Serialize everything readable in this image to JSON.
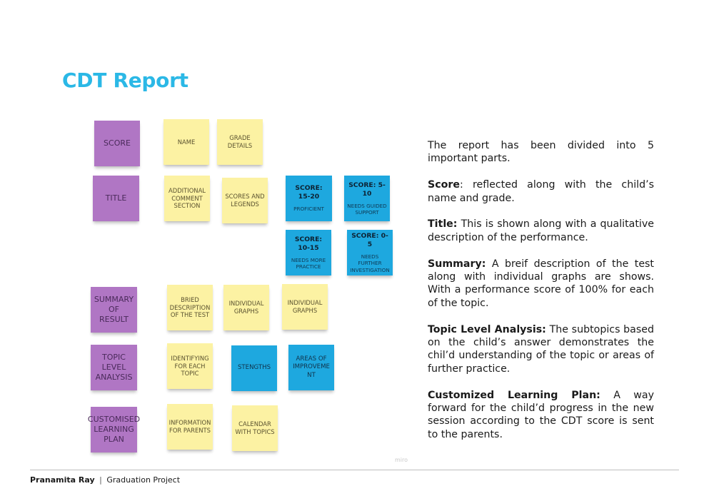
{
  "title": "CDT Report",
  "board": {
    "score": "SCORE",
    "name": "NAME",
    "grade": "GRADE DETAILS",
    "title_label": "TITLE",
    "additional_comment": "ADDITIONAL COMMENT SECTION",
    "scores_legends": "SCORES AND LEGENDS",
    "score_15_20": {
      "head": "SCORE: 15-20",
      "desc": "PROFICIENT"
    },
    "score_5_10": {
      "head": "SCORE: 5-10",
      "desc": "NEEDS GUIDED SUPPORT"
    },
    "score_10_15": {
      "head": "SCORE: 10-15",
      "desc": "NEEDS MORE PRACTICE"
    },
    "score_0_5": {
      "head": "SCORE: 0-5",
      "desc": "NEEDS FURTHER INVESTIGATION"
    },
    "summary_of_result": "SUMMARY OF RESULT",
    "bried_description": "BRIED DESCRIPTION OF THE TEST",
    "individual_graphs_1": "INDIVIDUAL GRAPHS",
    "individual_graphs_2": "INDIVIDUAL GRAPHS",
    "topic_level_analysis": "TOPIC LEVEL ANALYSIS",
    "identifying_topic": "IDENTIFYING FOR EACH TOPIC",
    "strengths": "STENGTHS",
    "areas_improvement": "AREAS OF IMPROVEME NT",
    "customised_plan": "CUSTOMISED LEARNING PLAN",
    "info_parents": "INFORMATION FOR PARENTS",
    "calendar_topics": "CALENDAR WITH TOPICS",
    "watermark": "miro"
  },
  "description": {
    "intro": "The report has been divided into 5 important parts.",
    "score_label": "Score",
    "score_text": ": reflected along with the child’s name and grade.",
    "title_label": "Title:",
    "title_text": " This is shown along with a qualitative description of the performance.",
    "summary_label": "Summary:",
    "summary_text": " A breif description of the test along with individual graphs are shows. With a performance score of 100% for each of the topic.",
    "topic_label": "Topic Level Analysis:",
    "topic_text": " The subtopics based on the child’s answer demonstrates the chil’d understanding of the topic or areas of further practice.",
    "plan_label": "Customized Learning Plan:",
    "plan_text": " A way forward for the child’d progress in the new session according to the CDT score is sent to the parents."
  },
  "footer": {
    "author": "Pranamita Ray",
    "separator": "|",
    "project": "Graduation Project"
  }
}
